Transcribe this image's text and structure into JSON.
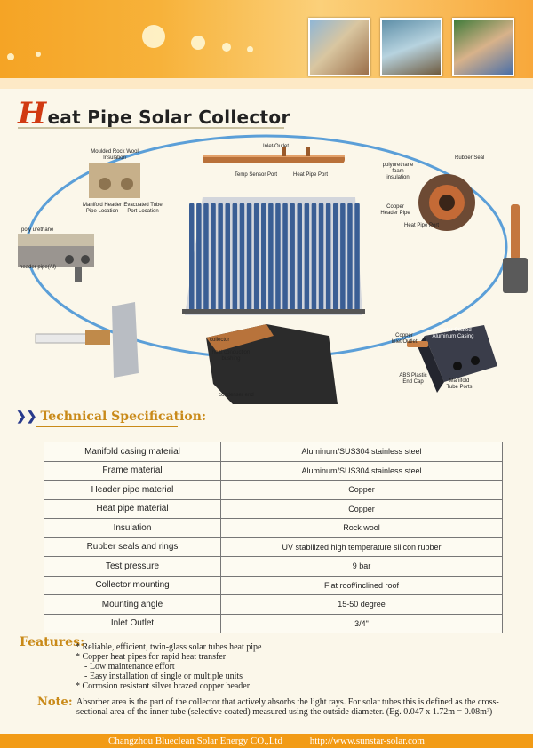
{
  "title": {
    "first_letter": "H",
    "rest": "eat Pipe Solar Collector"
  },
  "diagram_labels": {
    "inlet_outlet": "Inlet/Outlet",
    "temp_sensor_port": "Temp Sensor Port",
    "heat_pipe_port_top": "Heat Pipe Port",
    "moulded_rock_wool": "Moulded Rock Wool Insulation",
    "manifold_header_pipe_location": "Manifold Header Pipe Location",
    "evacuated_tube_port_location": "Evacuated Tube Port Location",
    "rubber_seal": "Rubber Seal",
    "polyurethane_foam": "polyurethane foam insulation",
    "copper_header_pipe": "Copper Header Pipe",
    "heat_pipe_port_right": "Heat Pipe Port",
    "poly_urethane": "poly urethane",
    "header_pipe_al": "header pipe(Al)",
    "collector": "collector",
    "heat_conduction_bushing": "heat conduction bushing",
    "condenser_end": "condenser end",
    "copper_inlet_outlet": "Copper Inlet/Outlet",
    "powder_coated_casing": "Powder Coated Aluminum Casing",
    "abs_plastic_end_cap": "ABS Plastic End Cap",
    "manifold_tube_ports": "Manifold Tube Ports"
  },
  "spec": {
    "heading": "Technical Specification:",
    "rows": [
      {
        "key": "Manifold casing material",
        "value": "Aluminum/SUS304 stainless steel"
      },
      {
        "key": "Frame material",
        "value": "Aluminum/SUS304 stainless steel"
      },
      {
        "key": "Header pipe material",
        "value": "Copper"
      },
      {
        "key": "Heat pipe material",
        "value": "Copper"
      },
      {
        "key": "Insulation",
        "value": "Rock wool"
      },
      {
        "key": "Rubber seals and rings",
        "value": "UV stabilized high temperature silicon rubber"
      },
      {
        "key": "Test pressure",
        "value": "9 bar"
      },
      {
        "key": "Collector mounting",
        "value": "Flat roof/inclined roof"
      },
      {
        "key": "Mounting angle",
        "value": "15-50 degree"
      },
      {
        "key": "Inlet Outlet",
        "value": "3/4\""
      }
    ]
  },
  "features": {
    "label": "Features:",
    "items": [
      "* Reliable, efficient, twin-glass solar tubes heat pipe",
      "* Copper heat pipes for rapid heat transfer",
      "- Low maintenance effort",
      "- Easy installation of single or multiple units",
      "* Corrosion resistant silver brazed copper header"
    ]
  },
  "note": {
    "label": "Note:",
    "text": "Absorber area is the part of the collector that actively absorbs the light rays. For solar tubes this is defined as the cross-sectional area of the inner tube (selective coated) measured using the outside diameter. (Eg. 0.047 x 1.72m = 0.08m²)"
  },
  "footer": {
    "company": "Changzhou Blueclean Solar Energy CO.,Ltd",
    "url": "http://www.sunstar-solar.com"
  },
  "colors": {
    "accent_orange": "#f29b16",
    "title_red": "#d13a12",
    "spec_gold": "#c98a19",
    "ellipse_blue": "#5b9fd8"
  }
}
